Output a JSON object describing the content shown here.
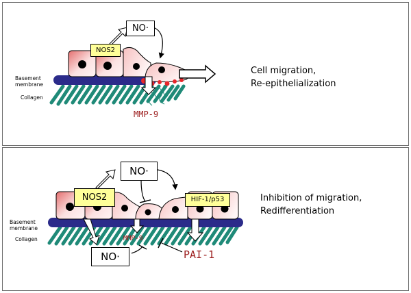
{
  "top_panel": {
    "no_label": "NO·",
    "nos2_label": "NOS2",
    "basement_label_1": "Basement",
    "basement_label_2": "membrane",
    "collagen_label": "Collagen",
    "mmp9_label": "MMP-9",
    "caption_line_1": "Cell migration,",
    "caption_line_2": "Re-epithelialization"
  },
  "bottom_panel": {
    "no_label_top": "NO·",
    "nos2_label": "NOS2",
    "hif_label": "HIF-1/p53",
    "basement_label_1": "Basement",
    "basement_label_2": "membrane",
    "collagen_label": "Collagen",
    "mmp9_label": "MMP-9",
    "no_label_bottom": "NO·",
    "pai1_label": "PAI-1",
    "caption_line_1": "Inhibition of migration,",
    "caption_line_2": "Redifferentiation"
  },
  "colors": {
    "cell_fill_light": "#fbe3e3",
    "cell_fill_dark": "#e88b8b",
    "nucleus": "#000000",
    "basement_membrane": "#2b2b8a",
    "collagen": "#1f8a78",
    "red_dots": "#e8262b",
    "label_yellow": "#ffff99",
    "mmp_red": "#9b1c1c"
  }
}
